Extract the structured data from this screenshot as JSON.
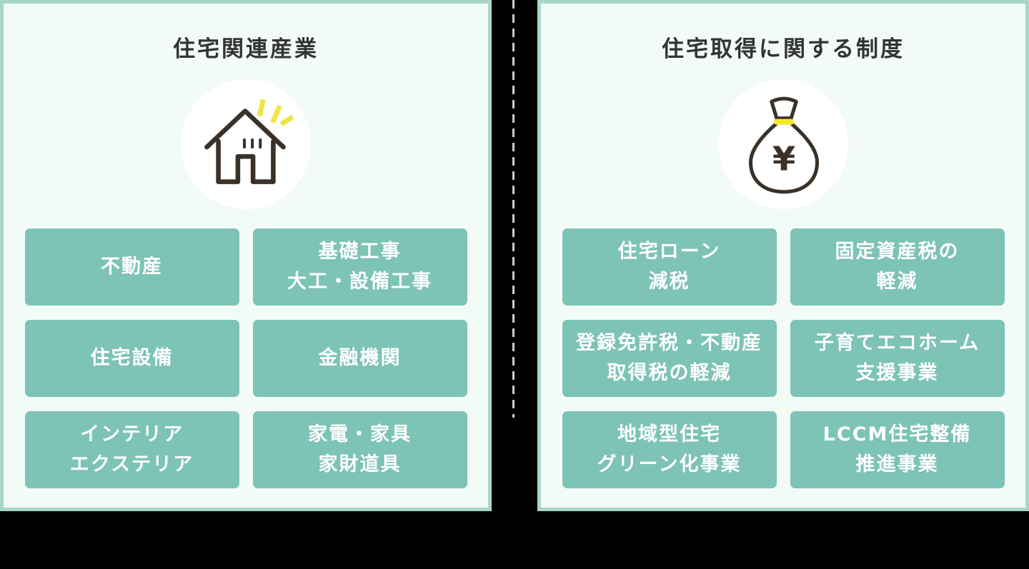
{
  "colors": {
    "background": "#000000",
    "panel_background": "#f3fbf7",
    "panel_border": "#a9d7c6",
    "box_fill": "#7dc3b6",
    "box_text": "#ffffff",
    "title_text": "#333333",
    "icon_stroke": "#3a3129",
    "sparkle_yellow": "#f0e545",
    "band_yellow": "#f2ea2d",
    "divider_dash": "#cccccc"
  },
  "divider": {
    "style": "vertical-dashed-line"
  },
  "panels": [
    {
      "title": "住宅関連産業",
      "icon": "house-icon",
      "boxes": [
        [
          "不動産"
        ],
        [
          "基礎工事",
          "大工・設備工事"
        ],
        [
          "住宅設備"
        ],
        [
          "金融機関"
        ],
        [
          "インテリア",
          "エクステリア"
        ],
        [
          "家電・家具",
          "家財道具"
        ]
      ]
    },
    {
      "title": "住宅取得に関する制度",
      "icon": "money-bag-icon",
      "icon_glyph": "¥",
      "boxes": [
        [
          "住宅ローン",
          "減税"
        ],
        [
          "固定資産税の",
          "軽減"
        ],
        [
          "登録免許税・不動産",
          "取得税の軽減"
        ],
        [
          "子育てエコホーム",
          "支援事業"
        ],
        [
          "地域型住宅",
          "グリーン化事業"
        ],
        [
          "LCCM住宅整備",
          "推進事業"
        ]
      ]
    }
  ]
}
